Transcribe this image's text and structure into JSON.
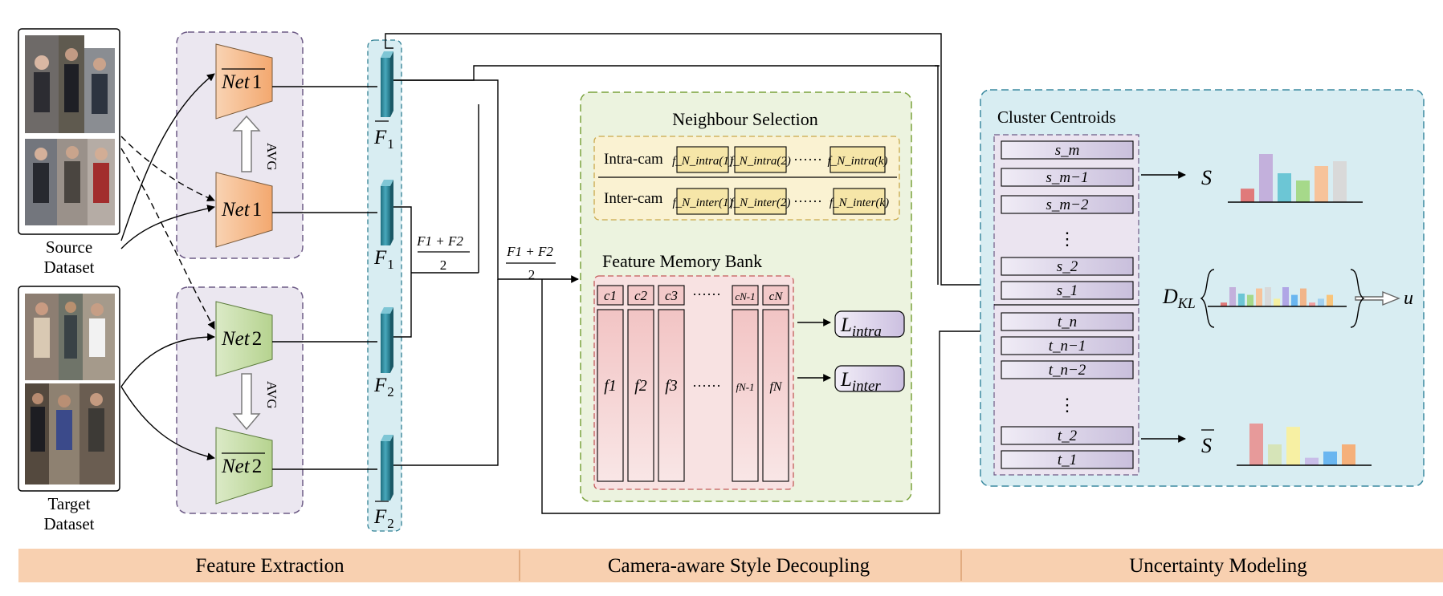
{
  "datasets": {
    "source_label_1": "Source",
    "source_label_2": "Dataset",
    "target_label_1": "Target",
    "target_label_2": "Dataset"
  },
  "networks": {
    "net1_mean": "Net",
    "net1_mean_num": "1",
    "net1": "Net",
    "net1_num": "1",
    "net2": "Net",
    "net2_num": "2",
    "net2_mean": "Net",
    "net2_mean_num": "2",
    "avg_label": "AVG"
  },
  "features": {
    "f1_mean": "F",
    "f1_mean_sub": "1",
    "f1": "F",
    "f1_sub": "1",
    "f2": "F",
    "f2_sub": "2",
    "f2_mean": "F",
    "f2_mean_sub": "2",
    "avg_fraction_num": "F1 + F2",
    "avg_fraction_den": "2",
    "mean_avg_fraction_num": "F1 + F2",
    "mean_avg_fraction_den": "2"
  },
  "neighbour_selection": {
    "title": "Neighbour Selection",
    "intra_label": "Intra-cam",
    "inter_label": "Inter-cam",
    "intra_cells": [
      "f_N_intra(1)",
      "f_N_intra(2)",
      "f_N_intra(k)"
    ],
    "inter_cells": [
      "f_N_inter(1)",
      "f_N_inter(2)",
      "f_N_inter(k)"
    ],
    "ellipsis": "······"
  },
  "memory_bank": {
    "title": "Feature Memory Bank",
    "centroids": [
      "c1",
      "c2",
      "c3",
      "cN-1",
      "cN"
    ],
    "features": [
      "f1",
      "f2",
      "f3",
      "fN-1",
      "fN"
    ],
    "ellipsis": "······",
    "loss_intra": "L",
    "loss_intra_sub": "intra",
    "loss_inter": "L",
    "loss_inter_sub": "inter"
  },
  "cluster": {
    "title": "Cluster Centroids",
    "s_items": [
      "s_m",
      "s_m−1",
      "s_m−2",
      "s_2",
      "s_1"
    ],
    "t_items": [
      "t_n",
      "t_n−1",
      "t_n−2",
      "t_2",
      "t_1"
    ],
    "vdots": "⋮",
    "S_label": "S",
    "S_bar_label": "S",
    "dkl_label": "D",
    "dkl_sub": "KL",
    "u_label": "u"
  },
  "sections": {
    "feature_extraction": "Feature Extraction",
    "style_decoupling": "Camera-aware Style Decoupling",
    "uncertainty": "Uncertainty Modeling"
  },
  "colors": {
    "panel_purple": "#ebe7f0",
    "panel_green": "#ecf3df",
    "panel_blue": "#d8edf2",
    "net_orange": "#f5b98c",
    "net_green": "#c4dca5",
    "feature_teal": "#2f8ca0",
    "footer": "#f8d0b0"
  },
  "charts": {
    "S_bars": [
      0.28,
      1.0,
      0.6,
      0.45,
      0.75,
      0.85
    ],
    "S_bar_bars": [
      1.0,
      0.5,
      0.92,
      0.18,
      0.33,
      0.5
    ],
    "dkl_bars": [
      0.15,
      0.75,
      0.5,
      0.45,
      0.7,
      0.75,
      0.3,
      0.75,
      0.45,
      0.7,
      0.15,
      0.3,
      0.45
    ]
  }
}
